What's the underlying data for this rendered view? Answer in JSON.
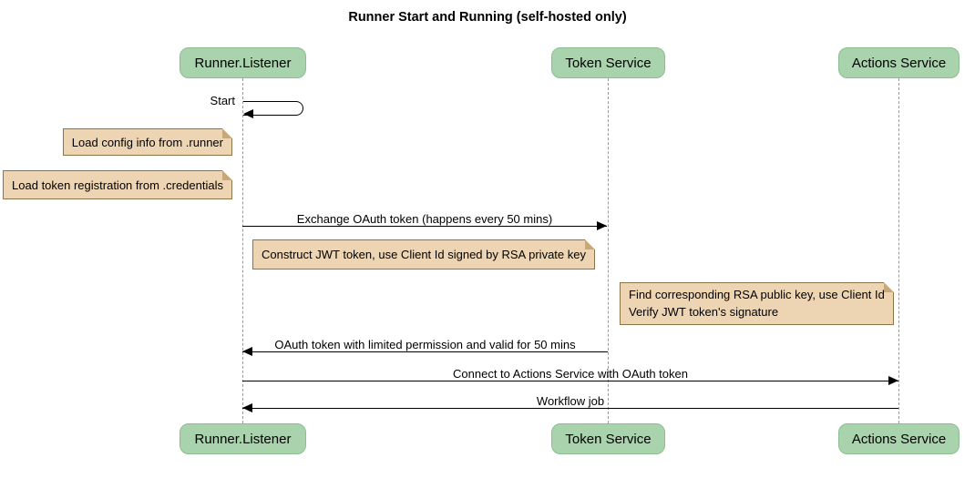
{
  "title": "Runner Start and Running (self-hosted only)",
  "participants": [
    {
      "id": "runner-listener",
      "label": "Runner.Listener"
    },
    {
      "id": "token-service",
      "label": "Token Service"
    },
    {
      "id": "actions-service",
      "label": "Actions Service"
    }
  ],
  "messages": [
    {
      "label": "Start",
      "from": "runner-listener",
      "to": "runner-listener",
      "type": "self"
    },
    {
      "label": "Exchange OAuth token (happens every 50 mins)",
      "from": "runner-listener",
      "to": "token-service",
      "type": "solid-arrow"
    },
    {
      "label": "OAuth token with limited permission and valid for 50 mins",
      "from": "token-service",
      "to": "runner-listener",
      "type": "solid-arrow"
    },
    {
      "label": "Connect to Actions Service with OAuth token",
      "from": "runner-listener",
      "to": "actions-service",
      "type": "solid-arrow"
    },
    {
      "label": "Workflow job",
      "from": "actions-service",
      "to": "runner-listener",
      "type": "solid-arrow"
    }
  ],
  "notes": [
    {
      "text": "Load config info from .runner",
      "side": "left-of-runner-listener"
    },
    {
      "text": "Load token registration from .credentials",
      "side": "left-of-runner-listener"
    },
    {
      "text": "Construct JWT token, use Client Id signed by RSA private key",
      "side": "right-of-runner-listener"
    },
    {
      "lines": [
        "Find corresponding RSA public key, use Client Id",
        "Verify JWT token's signature"
      ],
      "side": "left-of-actions-service"
    }
  ],
  "colors": {
    "participant_fill": "#A8D3AC",
    "participant_border": "#8CBE91",
    "note_fill": "#EDD5B3",
    "note_border": "#8A7448",
    "note_fold": "#C9A877",
    "lifeline": "#999999",
    "arrow": "#000000",
    "background": "#ffffff"
  }
}
